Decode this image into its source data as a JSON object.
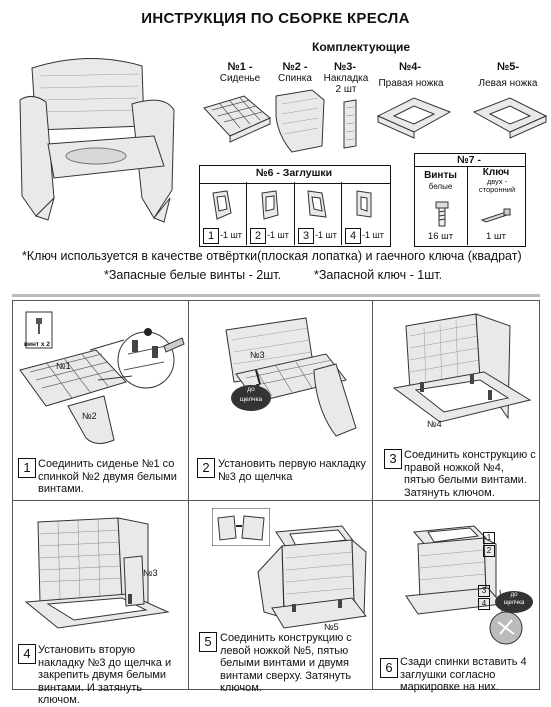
{
  "title": "ИНСТРУКЦИЯ ПО СБОРКЕ КРЕСЛА",
  "kit": {
    "heading": "Комплектующие",
    "parts": [
      {
        "num": "№1 -",
        "name": "Сиденье"
      },
      {
        "num": "№2 -",
        "name": "Спинка"
      },
      {
        "num": "№3-",
        "name": "Накладка",
        "qty": "2 шт"
      },
      {
        "num": "№4-",
        "name": "Правая ножка"
      },
      {
        "num": "№5-",
        "name": "Левая ножка"
      }
    ],
    "caps": {
      "title": "№6 - Заглушки",
      "items": [
        {
          "n": "1",
          "qty": "-1 шт"
        },
        {
          "n": "2",
          "qty": "-1 шт"
        },
        {
          "n": "3",
          "qty": "-1 шт"
        },
        {
          "n": "4",
          "qty": "-1 шт"
        }
      ]
    },
    "hardware": {
      "title": "№7 -",
      "screws_label": "Винты",
      "screws_sub": "белые",
      "key_label": "Ключ",
      "key_sub": "двух - сторонний",
      "screws_qty": "16 шт",
      "key_qty": "1 шт"
    }
  },
  "notes": {
    "key_use": "*Ключ используется в качестве отвёртки(плоская лопатка) и гаечного ключа (квадрат)",
    "spare_screws": "*Запасные белые винты - 2шт.",
    "spare_key": "*Запасной ключ - 1шт."
  },
  "diagram_labels": {
    "screw_x2": "винт х 2",
    "do_shchelchka": [
      "до",
      "щелчка"
    ],
    "part1": "№1",
    "part2": "№2",
    "part3": "№3",
    "part4": "№4",
    "part5": "№5"
  },
  "steps": [
    {
      "num": "1",
      "text": "Соединить сиденье №1 со спинкой №2 двумя белыми винтами."
    },
    {
      "num": "2",
      "text": "Установить первую накладку №3 до щелчка"
    },
    {
      "num": "3",
      "text": "Соединить конструкцию с правой ножкой №4, пятью белыми винтами. Затянуть ключом."
    },
    {
      "num": "4",
      "text": "Установить вторую накладку №3 до щелчка и закрепить двумя белыми винтами. И затянуть ключом."
    },
    {
      "num": "5",
      "text": "Соединить конструкцию с левой ножкой №5, пятью белыми винтами и двумя винтами сверху. Затянуть ключом."
    },
    {
      "num": "6",
      "text": "Сзади спинки вставить 4 заглушки согласно маркировке на них."
    }
  ]
}
